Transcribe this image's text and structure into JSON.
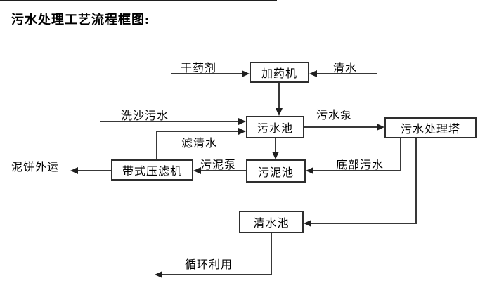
{
  "title": "污水处理工艺流程框图:",
  "nodes": {
    "dosing_machine": "加药机",
    "sewage_pool": "污水池",
    "treatment_tower": "污水处理塔",
    "sludge_pool": "污泥池",
    "belt_filter_press": "带式压滤机",
    "clean_water_pool": "清水池"
  },
  "flow_labels": {
    "dry_agent": "干药剂",
    "clean_water": "清水",
    "sand_washing_sewage": "洗沙污水",
    "filtered_water": "滤清水",
    "sewage_pump": "污水泵",
    "sludge_pump": "污泥泵",
    "bottom_sewage": "底部污水",
    "mud_cake_outbound": "泥饼外运",
    "recycle_reuse": "循环利用"
  },
  "edges": [
    {
      "from": "干药剂",
      "to": "加药机"
    },
    {
      "from": "清水",
      "to": "加药机"
    },
    {
      "from": "加药机",
      "to": "污水池"
    },
    {
      "from": "洗沙污水",
      "to": "污水池"
    },
    {
      "from": "带式压滤机",
      "to": "污水池",
      "label": "滤清水"
    },
    {
      "from": "污水池",
      "to": "污水处理塔",
      "label": "污水泵"
    },
    {
      "from": "污水池",
      "to": "污泥池"
    },
    {
      "from": "污水处理塔",
      "to": "污泥池",
      "label": "底部污水"
    },
    {
      "from": "污泥池",
      "to": "带式压滤机",
      "label": "污泥泵"
    },
    {
      "from": "带式压滤机",
      "to": "泥饼外运"
    },
    {
      "from": "污水处理塔",
      "to": "清水池"
    },
    {
      "from": "清水池",
      "to": "循环利用"
    }
  ],
  "colors": {
    "line": "#383838",
    "text": "#000000",
    "background": "#ffffff"
  }
}
